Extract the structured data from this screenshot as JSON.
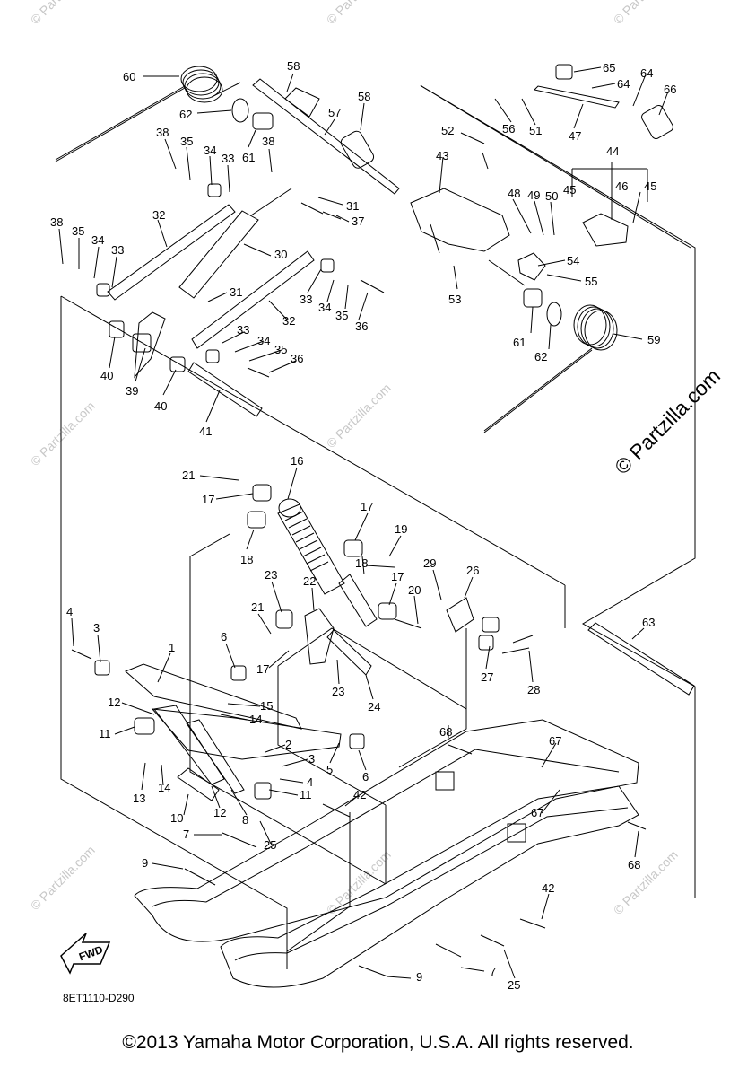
{
  "diagram": {
    "callouts": [
      {
        "id": "c60",
        "text": "60"
      },
      {
        "id": "c58a",
        "text": "58"
      },
      {
        "id": "c58b",
        "text": "58"
      },
      {
        "id": "c57",
        "text": "57"
      },
      {
        "id": "c62a",
        "text": "62"
      },
      {
        "id": "c61a",
        "text": "61"
      },
      {
        "id": "c38a",
        "text": "38"
      },
      {
        "id": "c35a",
        "text": "35"
      },
      {
        "id": "c34a",
        "text": "34"
      },
      {
        "id": "c33a",
        "text": "33"
      },
      {
        "id": "c38b",
        "text": "38"
      },
      {
        "id": "c32a",
        "text": "32"
      },
      {
        "id": "c38c",
        "text": "38"
      },
      {
        "id": "c35b",
        "text": "35"
      },
      {
        "id": "c34b",
        "text": "34"
      },
      {
        "id": "c33b",
        "text": "33"
      },
      {
        "id": "c30",
        "text": "30"
      },
      {
        "id": "c31a",
        "text": "31"
      },
      {
        "id": "c37",
        "text": "37"
      },
      {
        "id": "c31b",
        "text": "31"
      },
      {
        "id": "c33c",
        "text": "33"
      },
      {
        "id": "c34c",
        "text": "34"
      },
      {
        "id": "c35c",
        "text": "35"
      },
      {
        "id": "c36a",
        "text": "36"
      },
      {
        "id": "c32b",
        "text": "32"
      },
      {
        "id": "c33d",
        "text": "33"
      },
      {
        "id": "c34d",
        "text": "34"
      },
      {
        "id": "c35d",
        "text": "35"
      },
      {
        "id": "c36b",
        "text": "36"
      },
      {
        "id": "c40a",
        "text": "40"
      },
      {
        "id": "c39",
        "text": "39"
      },
      {
        "id": "c40b",
        "text": "40"
      },
      {
        "id": "c41",
        "text": "41"
      },
      {
        "id": "c65",
        "text": "65"
      },
      {
        "id": "c64a",
        "text": "64"
      },
      {
        "id": "c64b",
        "text": "64"
      },
      {
        "id": "c66",
        "text": "66"
      },
      {
        "id": "c56",
        "text": "56"
      },
      {
        "id": "c51",
        "text": "51"
      },
      {
        "id": "c47",
        "text": "47"
      },
      {
        "id": "c52",
        "text": "52"
      },
      {
        "id": "c43",
        "text": "43"
      },
      {
        "id": "c44",
        "text": "44"
      },
      {
        "id": "c48",
        "text": "48"
      },
      {
        "id": "c49",
        "text": "49"
      },
      {
        "id": "c50",
        "text": "50"
      },
      {
        "id": "c45a",
        "text": "45"
      },
      {
        "id": "c46",
        "text": "46"
      },
      {
        "id": "c45b",
        "text": "45"
      },
      {
        "id": "c54",
        "text": "54"
      },
      {
        "id": "c53",
        "text": "53"
      },
      {
        "id": "c55",
        "text": "55"
      },
      {
        "id": "c61b",
        "text": "61"
      },
      {
        "id": "c62b",
        "text": "62"
      },
      {
        "id": "c59",
        "text": "59"
      },
      {
        "id": "c21a",
        "text": "21"
      },
      {
        "id": "c16",
        "text": "16"
      },
      {
        "id": "c17a",
        "text": "17"
      },
      {
        "id": "c18a",
        "text": "18"
      },
      {
        "id": "c17b",
        "text": "17"
      },
      {
        "id": "c19",
        "text": "19"
      },
      {
        "id": "c18b",
        "text": "18"
      },
      {
        "id": "c17c",
        "text": "17"
      },
      {
        "id": "c23a",
        "text": "23"
      },
      {
        "id": "c22",
        "text": "22"
      },
      {
        "id": "c20",
        "text": "20"
      },
      {
        "id": "c29",
        "text": "29"
      },
      {
        "id": "c26",
        "text": "26"
      },
      {
        "id": "c21b",
        "text": "21"
      },
      {
        "id": "c4a",
        "text": "4"
      },
      {
        "id": "c3a",
        "text": "3"
      },
      {
        "id": "c1",
        "text": "1"
      },
      {
        "id": "c6a",
        "text": "6"
      },
      {
        "id": "c17d",
        "text": "17"
      },
      {
        "id": "c23b",
        "text": "23"
      },
      {
        "id": "c24",
        "text": "24"
      },
      {
        "id": "c27",
        "text": "27"
      },
      {
        "id": "c28",
        "text": "28"
      },
      {
        "id": "c63",
        "text": "63"
      },
      {
        "id": "c12a",
        "text": "12"
      },
      {
        "id": "c15",
        "text": "15"
      },
      {
        "id": "c14a",
        "text": "14"
      },
      {
        "id": "c11a",
        "text": "11"
      },
      {
        "id": "c2",
        "text": "2"
      },
      {
        "id": "c3b",
        "text": "3"
      },
      {
        "id": "c5",
        "text": "5"
      },
      {
        "id": "c6b",
        "text": "6"
      },
      {
        "id": "c4b",
        "text": "4"
      },
      {
        "id": "c13",
        "text": "13"
      },
      {
        "id": "c14b",
        "text": "14"
      },
      {
        "id": "c12b",
        "text": "12"
      },
      {
        "id": "c8",
        "text": "8"
      },
      {
        "id": "c11b",
        "text": "11"
      },
      {
        "id": "c42a",
        "text": "42"
      },
      {
        "id": "c10",
        "text": "10"
      },
      {
        "id": "c7a",
        "text": "7"
      },
      {
        "id": "c25a",
        "text": "25"
      },
      {
        "id": "c68a",
        "text": "68"
      },
      {
        "id": "c67a",
        "text": "67"
      },
      {
        "id": "c67b",
        "text": "67"
      },
      {
        "id": "c68b",
        "text": "68"
      },
      {
        "id": "c9a",
        "text": "9"
      },
      {
        "id": "c42b",
        "text": "42"
      },
      {
        "id": "c7b",
        "text": "7"
      },
      {
        "id": "c25b",
        "text": "25"
      },
      {
        "id": "c9b",
        "text": "9"
      }
    ],
    "fwd_label": "FWD",
    "diagram_code": "8ET1110-D290",
    "watermark_text": "© Partzilla.com",
    "watermark_big": "© Partzilla.com"
  },
  "footer": {
    "copyright": "©2013 Yamaha Motor Corporation, U.S.A. All rights reserved."
  },
  "colors": {
    "line": "#000000",
    "watermark": "#c8c8c8"
  }
}
